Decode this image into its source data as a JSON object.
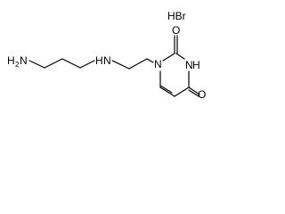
{
  "counterion": "HBr",
  "atoms": {
    "terminal_amine": {
      "base": "H",
      "subscript": "2",
      "element": "N"
    },
    "secondary_amine": "N",
    "h_on_secondary_amine": "H",
    "ring_n1": "N",
    "ring_n3": "N",
    "h_on_ring_n3": "H",
    "carbonyl_o2": "O",
    "carbonyl_o4": "O"
  }
}
